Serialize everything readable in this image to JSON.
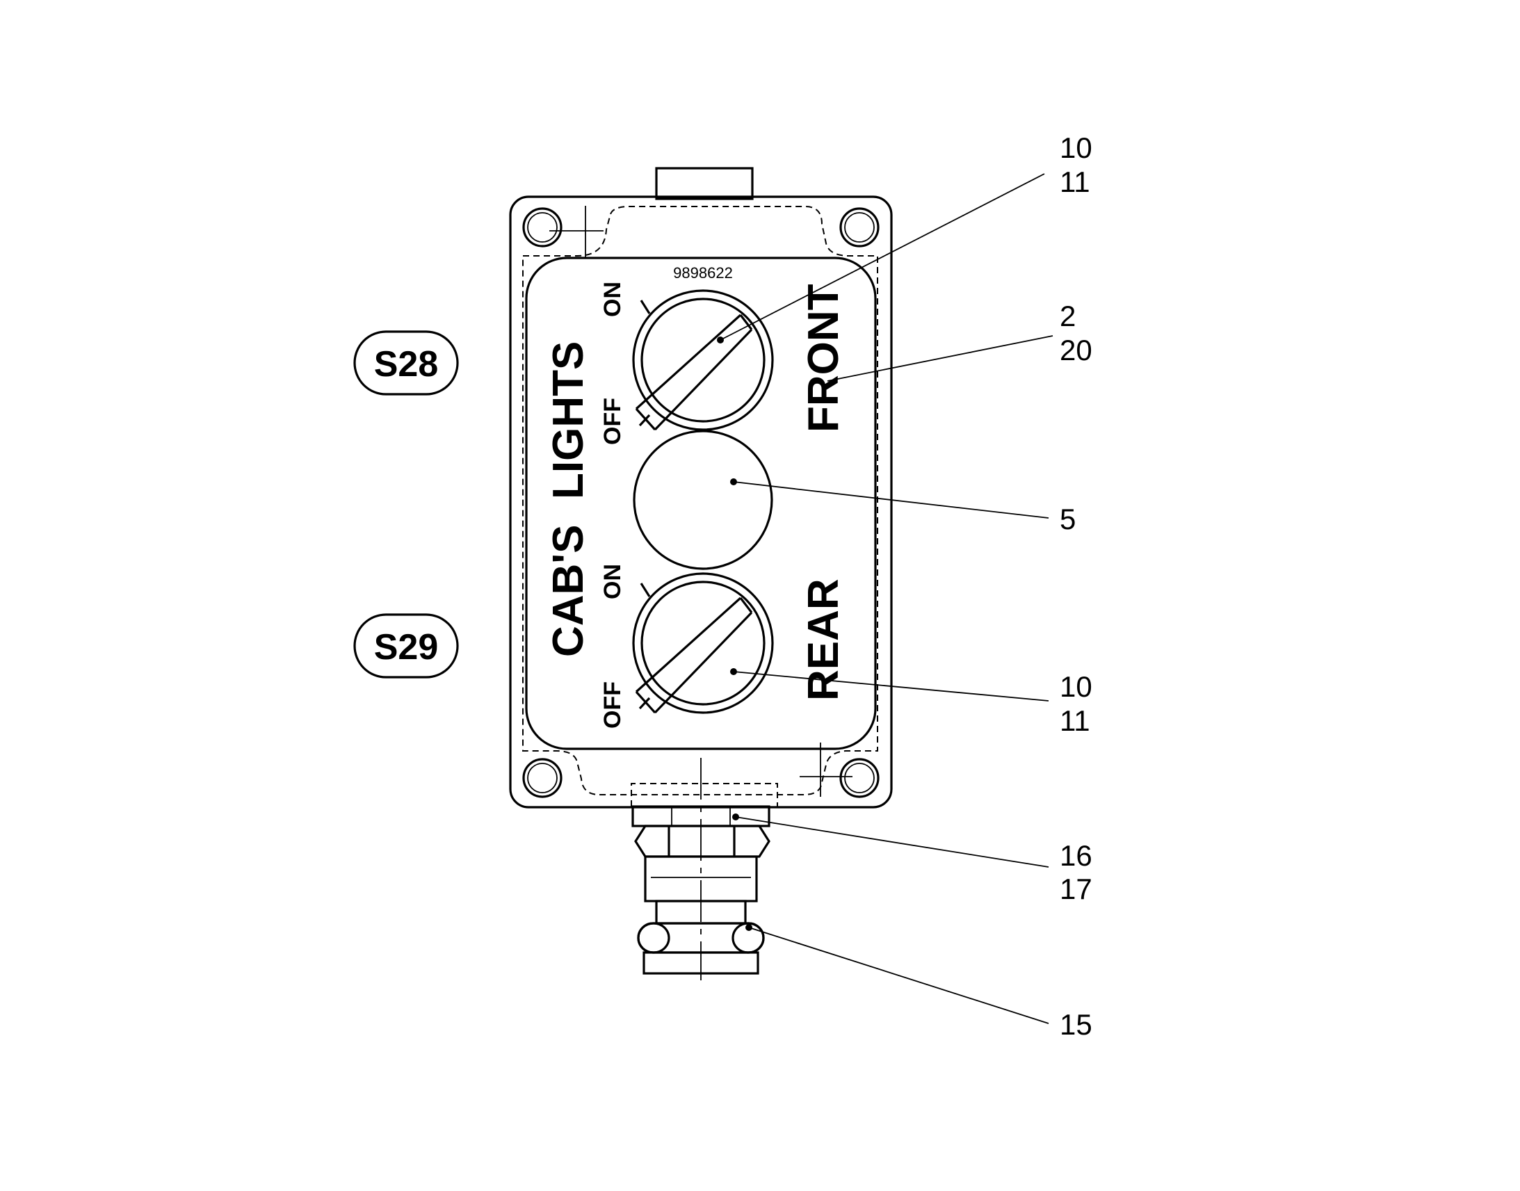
{
  "part_number": "9898622",
  "panel_labels": {
    "cabs": "CAB'S",
    "lights": "LIGHTS",
    "front": "FRONT",
    "rear": "REAR"
  },
  "switch_upper": {
    "on": "ON",
    "off": "OFF"
  },
  "switch_lower": {
    "on": "ON",
    "off": "OFF"
  },
  "reference_tags": [
    "S28",
    "S29"
  ],
  "callouts": [
    {
      "lines": [
        "10",
        "11"
      ],
      "target": "upper switch"
    },
    {
      "lines": [
        "2",
        "20"
      ],
      "target": "label plate"
    },
    {
      "lines": [
        "5"
      ],
      "target": "blank cover"
    },
    {
      "lines": [
        "10",
        "11"
      ],
      "target": "lower switch"
    },
    {
      "lines": [
        "16",
        "17"
      ],
      "target": "cable gland nut"
    },
    {
      "lines": [
        "15"
      ],
      "target": "gland seal"
    }
  ]
}
